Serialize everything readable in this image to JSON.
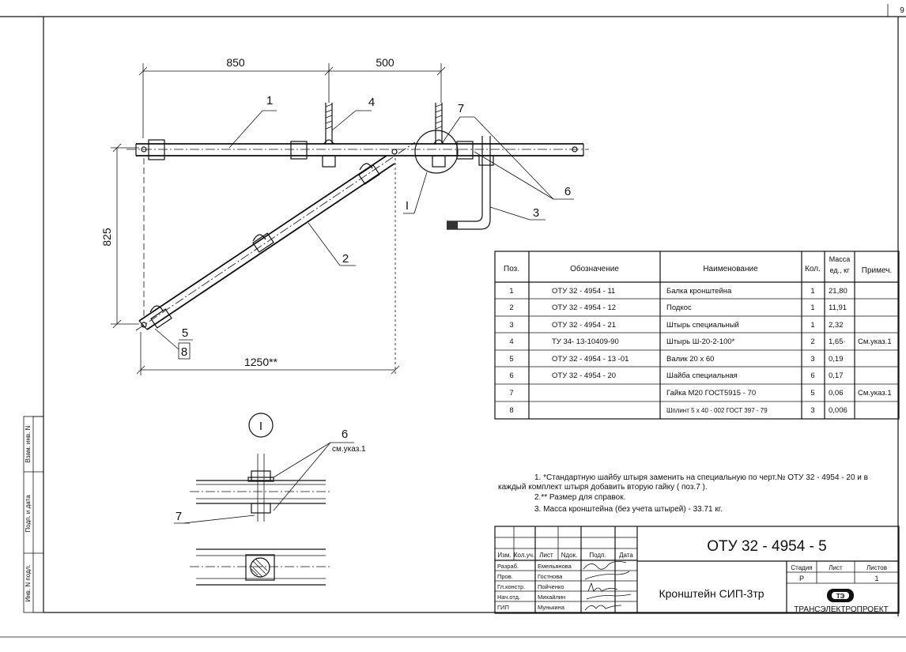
{
  "sheet": {
    "page_number": "9",
    "document_code": "ОТУ 32 - 4954 - 5",
    "title": "Кронштейн  СИП-3тр",
    "organization": "ТРАНСЭЛЕКТРОПРОЕКТ",
    "logo_letters": "ТЭ"
  },
  "side_stamp": {
    "field1": "Взам. инв. N",
    "field2": "Подп. и дата",
    "field3": "Инв. N подл."
  },
  "drawing": {
    "dim_850": "850",
    "dim_500": "500",
    "dim_825": "825",
    "dim_1250": "1250**",
    "pos1": "1",
    "pos2": "2",
    "pos3": "3",
    "pos4": "4",
    "pos5": "5",
    "pos6": "6",
    "pos7": "7",
    "pos8": "8",
    "detail_mark": "I",
    "detail_pos6": "6",
    "detail_note": "см.указ.1",
    "detail_pos7": "7"
  },
  "spec_table": {
    "headers": [
      "Поз.",
      "Обозначение",
      "Наименование",
      "Кол.",
      "Масса ед., кг",
      "Примеч."
    ],
    "rows": [
      [
        "1",
        "ОТУ 32 - 4954 - 11",
        "Балка  кронштейна",
        "1",
        "21,80",
        ""
      ],
      [
        "2",
        "ОТУ 32 - 4954 - 12",
        "Подкос",
        "1",
        "11,91",
        ""
      ],
      [
        "3",
        "ОТУ 32 - 4954 - 21",
        "Штырь специальный",
        "1",
        "2,32",
        ""
      ],
      [
        "4",
        "ТУ 34- 13-10409-90",
        "Штырь Ш-20-2-100*",
        "2",
        "1,65·",
        "См.указ.1"
      ],
      [
        "5",
        "ОТУ 32 - 4954 - 13 -01",
        "Валик  20 х 60",
        "3",
        "0,19",
        ""
      ],
      [
        "6",
        "ОТУ 32 - 4954 - 20",
        "Шайба  специальная",
        "6",
        "0,17",
        ""
      ],
      [
        "7",
        "",
        "Гайка  М20  ГОСТ5915 - 70",
        "5",
        "0,06",
        "См.указ.1"
      ],
      [
        "8",
        "",
        "Шплинт 5 х 40 - 002 ГОСТ 397 - 79",
        "3",
        "0,006",
        ""
      ]
    ]
  },
  "notes": [
    "1. *Стандартную  шайбу  штыря  заменить  на  специальную  по черт.№ ОТУ 32 - 4954 - 20  и  в",
    "каждый  комплект  штыря  добавить  вторую  гайку ( поз.7 ).",
    "2.** Размер  для  справок.",
    "3. Масса  кронштейна (без учета штырей) - 33.71 кг."
  ],
  "title_block": {
    "col_headers": [
      "Изм.",
      "Кол.уч.",
      "Лист",
      "Nдок.",
      "Подп.",
      "Дата"
    ],
    "signers": [
      {
        "role": "Разраб.",
        "name": "Емельянова"
      },
      {
        "role": "Пров.",
        "name": "Гостнова"
      },
      {
        "role": "Гл.констр.",
        "name": "Пойченко"
      },
      {
        "role": "Нач.отд.",
        "name": "Михайлин"
      },
      {
        "role": "ГИП",
        "name": "Мунькина"
      }
    ],
    "stage_label": "Стадия",
    "sheet_label": "Лист",
    "sheets_label": "Листов",
    "stage_value": "Р",
    "sheets_value": "1"
  }
}
